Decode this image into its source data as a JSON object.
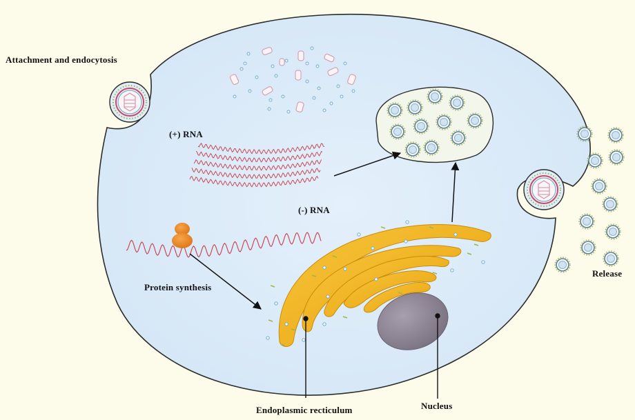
{
  "labels": {
    "attachment": "Attachment and endocytosis",
    "plus_rna": "(+) RNA",
    "minus_rna": "(-) RNA",
    "protein_synthesis": "Protein synthesis",
    "release": "Release",
    "er": "Endoplasmic recticulum",
    "nucleus": "Nucleus"
  },
  "colors": {
    "background": "#fdfbea",
    "cytoplasm": "#deedf9",
    "membrane": "#2b2b2b",
    "rna": "#c94a55",
    "ribosome": "#e8892a",
    "er": "#f2b51c",
    "nucleus": "#8c8391",
    "virion_shell": "#5a7f9a",
    "virion_spike": "#a6b348",
    "vesicle": "#f3f6ea"
  },
  "icons": [
    "virion-icon",
    "ribosome-icon",
    "arrow-icon"
  ]
}
